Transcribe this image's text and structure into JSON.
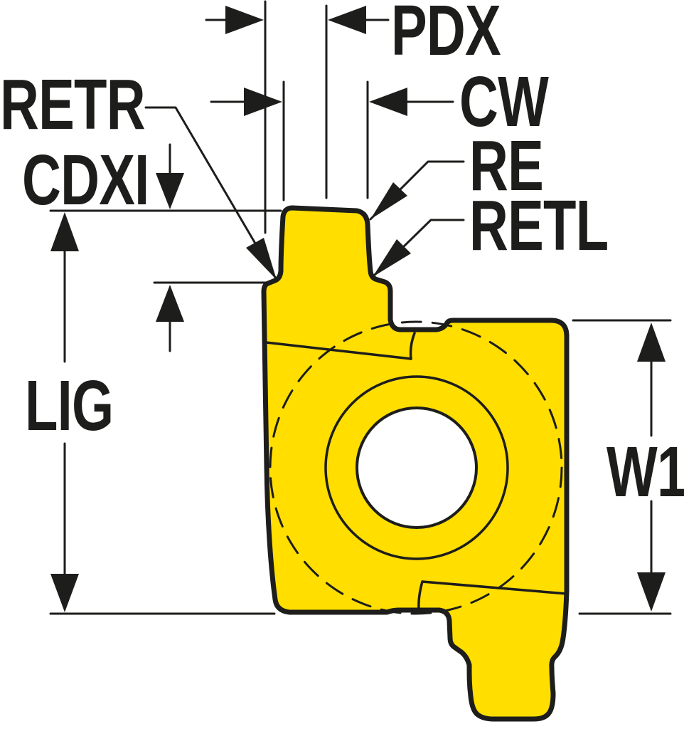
{
  "diagram": {
    "kind": "technical-dimension-drawing",
    "subject": "grooving-insert-profile",
    "colors": {
      "insert_fill": "#FFDE00",
      "line": "#1D1D1B",
      "background": "#FFFFFF"
    },
    "labels": {
      "pdx": "PDX",
      "cw": "CW",
      "re": "RE",
      "retl": "RETL",
      "retr": "RETR",
      "cdxi": "CDXI",
      "lig": "LIG",
      "w1": "W1"
    }
  }
}
